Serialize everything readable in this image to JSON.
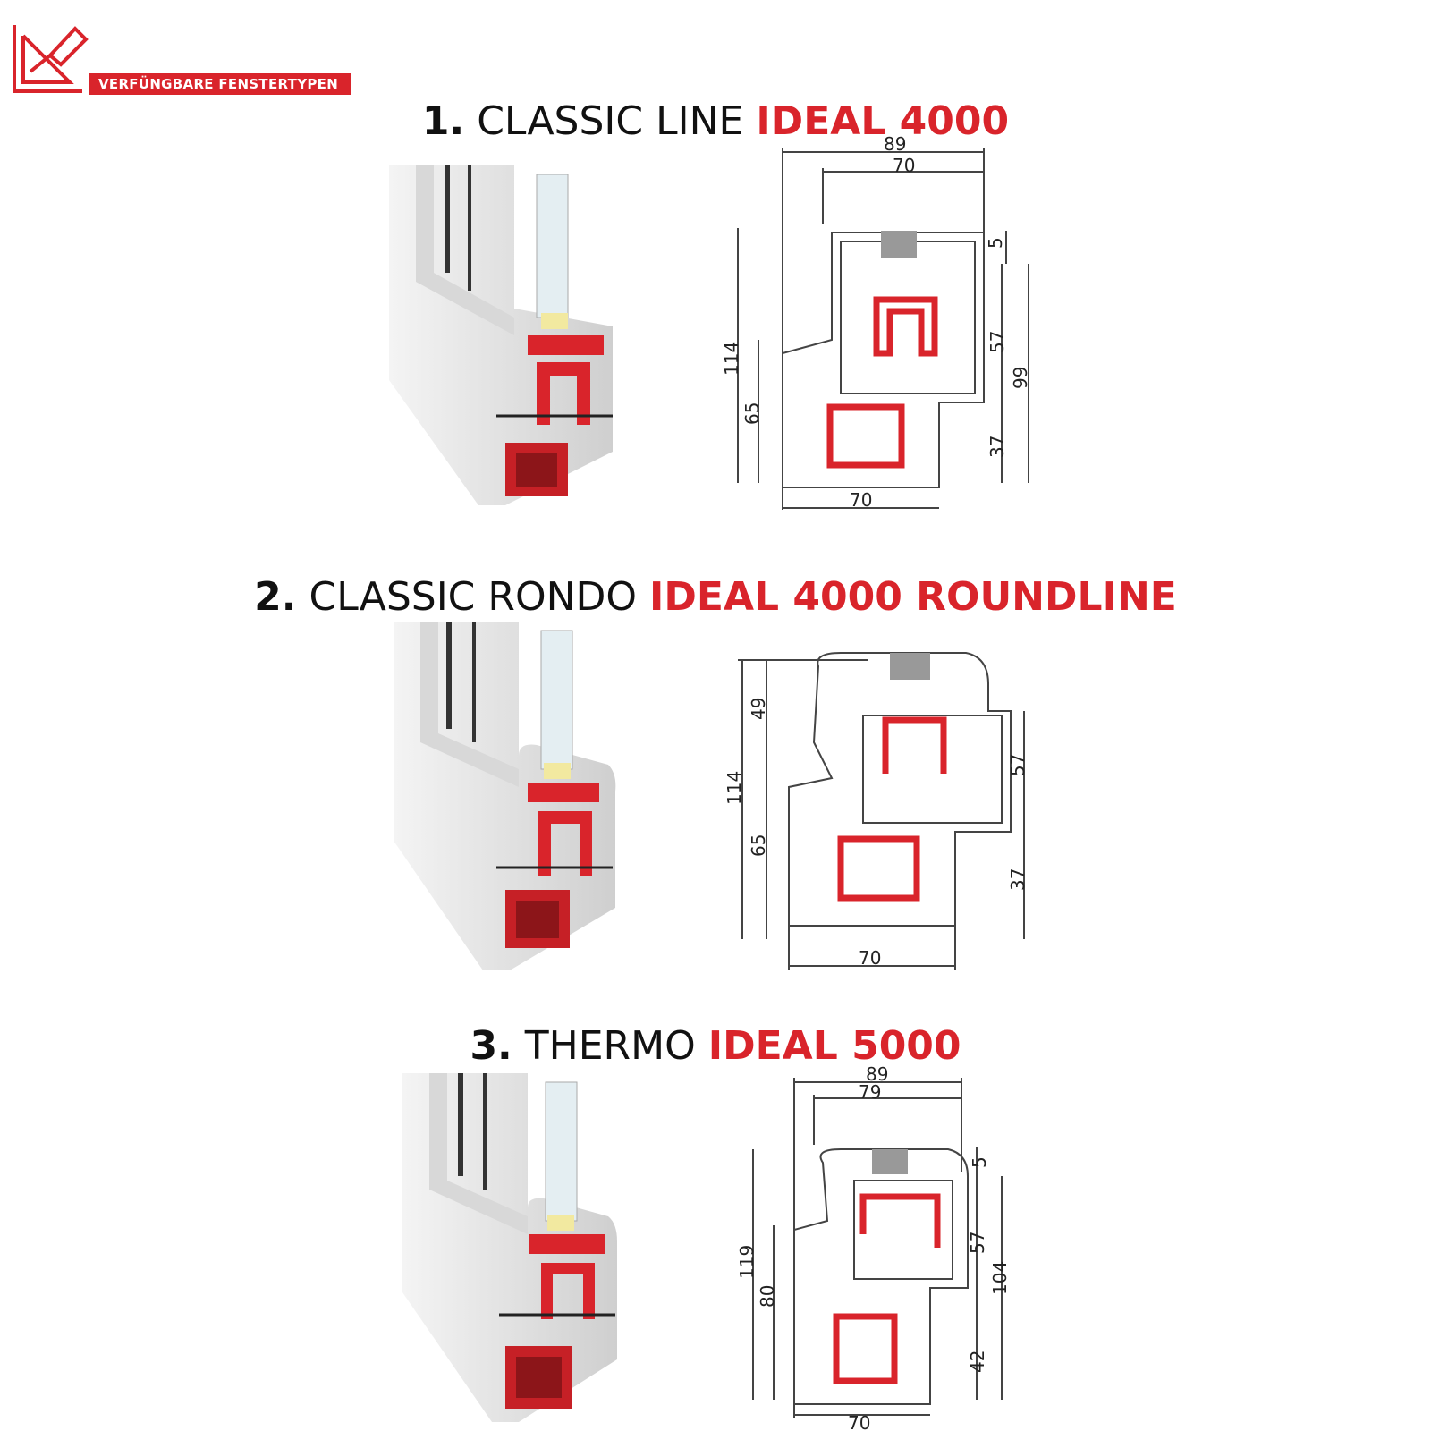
{
  "badge": "VERFÜNGBARE FENSTERTYPEN",
  "sections": [
    {
      "number": "1.",
      "series": "CLASSIC LINE",
      "model": "IDEAL 4000",
      "dims": {
        "top_outer": "89",
        "top_inner": "70",
        "gap": "5",
        "height": "114",
        "frame": "65",
        "sash": "57",
        "total_right": "99",
        "bottom_right": "37",
        "bottom_width": "70"
      }
    },
    {
      "number": "2.",
      "series": "CLASSIC RONDO",
      "model": "IDEAL 4000 ROUNDLINE",
      "dims": {
        "upper": "49",
        "height": "114",
        "frame": "65",
        "sash": "57",
        "bottom_right": "37",
        "bottom_width": "70"
      }
    },
    {
      "number": "3.",
      "series": "THERMO",
      "model": "IDEAL 5000",
      "dims": {
        "top_outer": "89",
        "top_inner": "79",
        "gap": "5",
        "height": "119",
        "frame": "80",
        "sash": "57",
        "total_right": "104",
        "bottom_right": "42",
        "bottom_width": "70"
      }
    }
  ],
  "colors": {
    "accent": "#d9242b",
    "text": "#111111",
    "line": "#444444"
  }
}
